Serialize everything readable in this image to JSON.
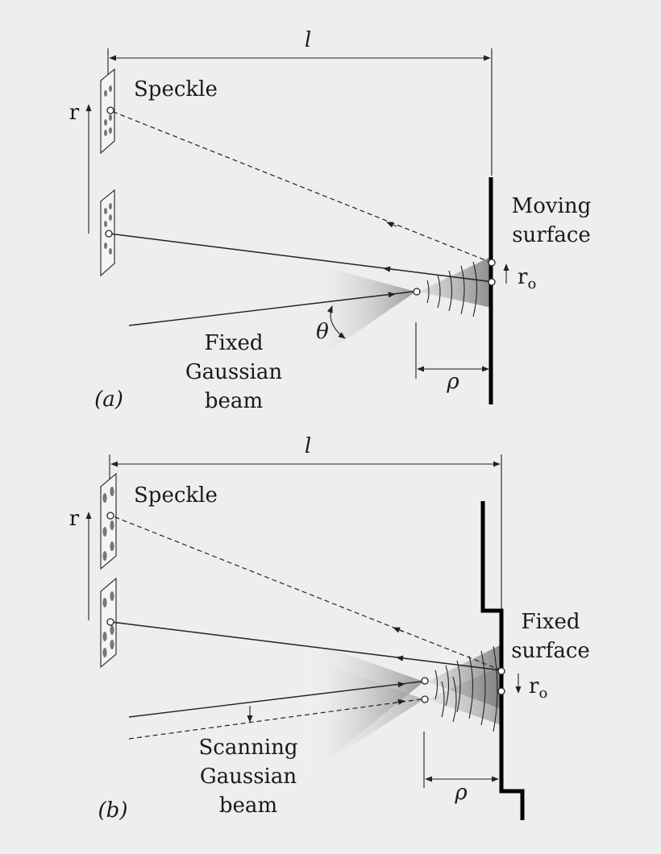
{
  "panel_a": {
    "length_label": "l",
    "speckle_label": "Speckle",
    "r_label": "r",
    "surface_label_line1": "Moving",
    "surface_label_line2": "surface",
    "r0_label": "r",
    "r0_subscript": "o",
    "theta_label": "θ",
    "beam_label_line1": "Fixed",
    "beam_label_line2": "Gaussian",
    "beam_label_line3": "beam",
    "rho_label": "ρ",
    "panel_tag": "(a)"
  },
  "panel_b": {
    "length_label": "l",
    "speckle_label": "Speckle",
    "r_label": "r",
    "surface_label_line1": "Fixed",
    "surface_label_line2": "surface",
    "r0_label": "r",
    "r0_subscript": "o",
    "beam_label_line1": "Scanning",
    "beam_label_line2": "Gaussian",
    "beam_label_line3": "beam",
    "rho_label": "ρ",
    "panel_tag": "(b)"
  }
}
